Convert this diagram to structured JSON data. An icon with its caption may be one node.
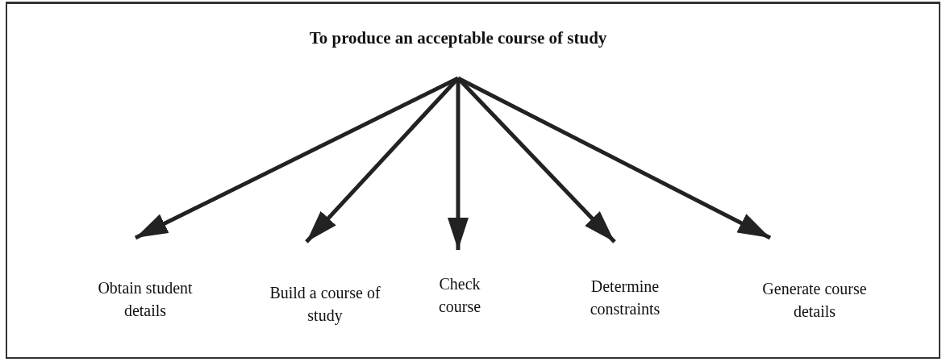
{
  "diagram": {
    "nodes": [
      {
        "text": [
          "To produce an acceptable course of study"
        ]
      },
      {
        "text": [
          "Obtain student details"
        ]
      },
      {
        "text": [
          "Build a course of study"
        ]
      },
      {
        "text": [
          "Check course"
        ]
      },
      {
        "text": [
          "Determine constraints"
        ]
      },
      {
        "text": [
          "Generate course details"
        ]
      }
    ],
    "edges": [
      {
        "from": 0,
        "to": 1,
        "arrow": "to"
      },
      {
        "from": 0,
        "to": 2,
        "arrow": "to"
      },
      {
        "from": 0,
        "to": 3,
        "arrow": "to"
      },
      {
        "from": 0,
        "to": 4,
        "arrow": "to"
      },
      {
        "from": 0,
        "to": 5,
        "arrow": "to"
      }
    ]
  }
}
